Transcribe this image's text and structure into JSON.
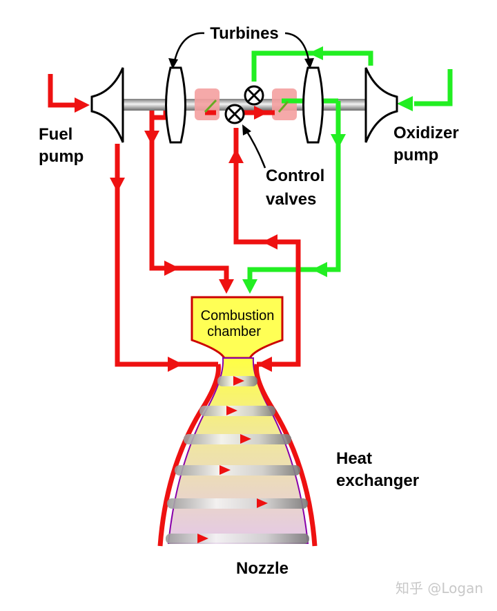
{
  "labels": {
    "turbines": "Turbines",
    "fuel_line1": "Fuel",
    "fuel_line2": "pump",
    "oxidizer_line1": "Oxidizer",
    "oxidizer_line2": "pump",
    "control_line1": "Control",
    "control_line2": "valves",
    "combustion_line1": "Combustion",
    "combustion_line2": "chamber",
    "heat_line1": "Heat",
    "heat_line2": "exchanger",
    "nozzle": "Nozzle"
  },
  "watermark": "知乎 @Logan",
  "colors": {
    "fuel": "#ee1111",
    "oxidizer": "#22ee22",
    "chamber": "#ffff55",
    "chamber_stroke": "#cc0000",
    "valve_highlight": "#f4a0a0",
    "shaft": "#a8a8a8"
  }
}
